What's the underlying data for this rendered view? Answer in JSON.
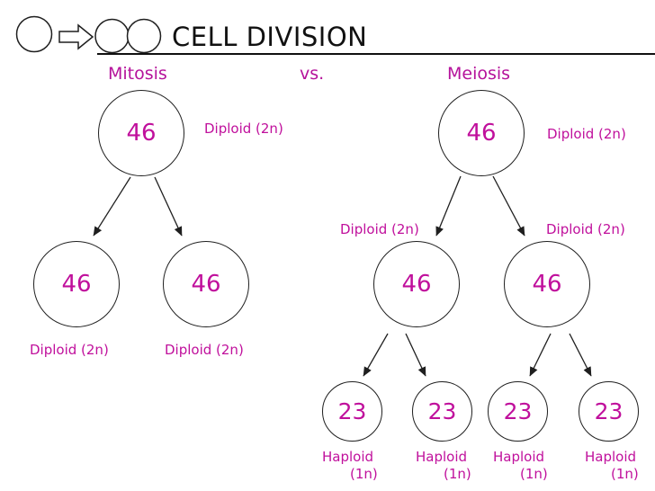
{
  "title": "CELL DIVISION",
  "comparison": {
    "left_heading": "Mitosis",
    "separator": "vs.",
    "right_heading": "Meiosis"
  },
  "colors": {
    "accent_magenta": "#c0109c",
    "ink": "#1f1f1f",
    "background": "#ffffff"
  },
  "icons": {
    "single_cell": "outlined circle",
    "transition_arrow": "outlined right block arrow",
    "divided_cells": "two touching outlined circles"
  },
  "mitosis": {
    "parent": {
      "chromosomes": "46",
      "ploidy_label": "Diploid (2n)"
    },
    "daughters": [
      {
        "chromosomes": "46",
        "ploidy_label": "Diploid (2n)"
      },
      {
        "chromosomes": "46",
        "ploidy_label": "Diploid (2n)"
      }
    ]
  },
  "meiosis": {
    "parent": {
      "chromosomes": "46",
      "ploidy_label": "Diploid (2n)"
    },
    "intermediates": [
      {
        "chromosomes": "46",
        "ploidy_label": "Diploid (2n)"
      },
      {
        "chromosomes": "46",
        "ploidy_label": "Diploid (2n)"
      }
    ],
    "gametes": [
      {
        "chromosomes": "23",
        "ploidy_label_line1": "Haploid",
        "ploidy_label_line2": "(1n)"
      },
      {
        "chromosomes": "23",
        "ploidy_label_line1": "Haploid",
        "ploidy_label_line2": "(1n)"
      },
      {
        "chromosomes": "23",
        "ploidy_label_line1": "Haploid",
        "ploidy_label_line2": "(1n)"
      },
      {
        "chromosomes": "23",
        "ploidy_label_line1": "Haploid",
        "ploidy_label_line2": "(1n)"
      }
    ]
  }
}
